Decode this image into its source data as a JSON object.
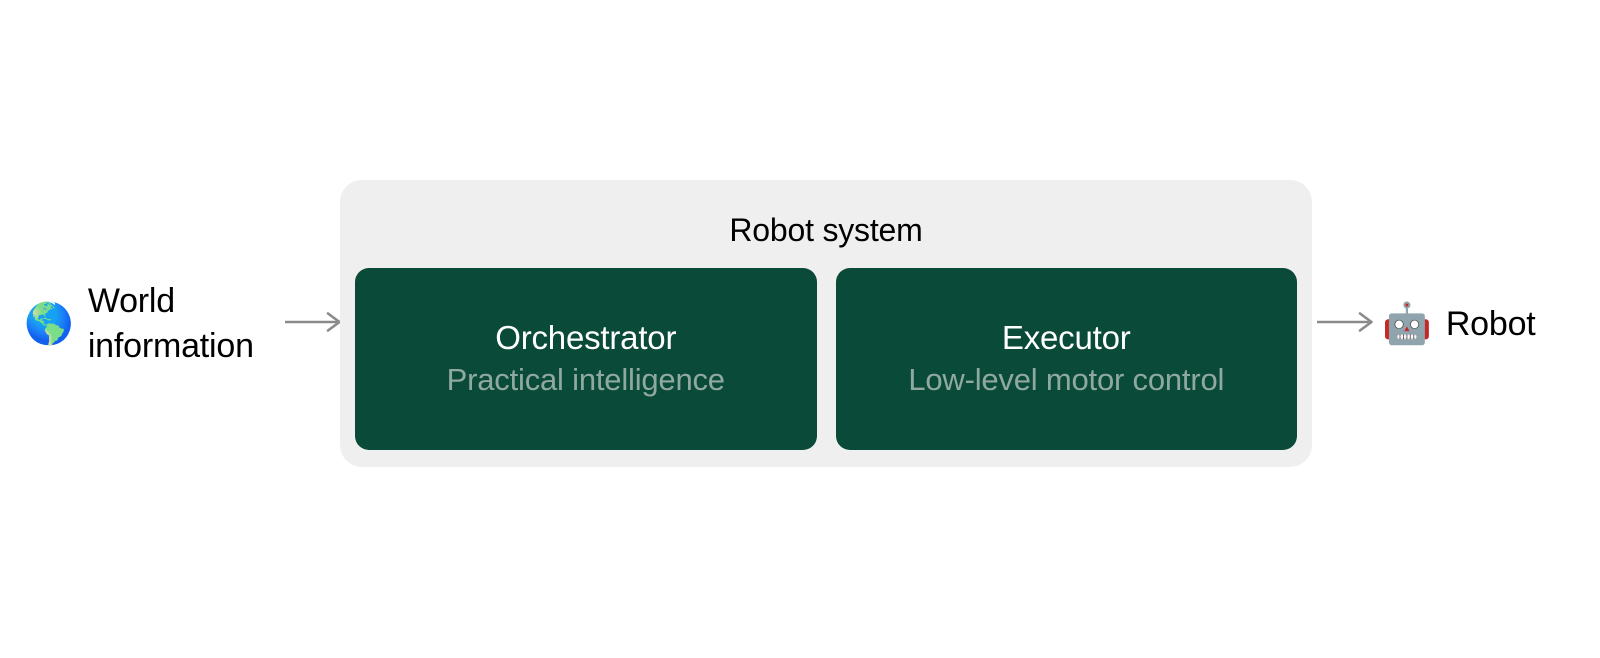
{
  "diagram": {
    "input": {
      "icon": "globe-americas-icon",
      "icon_glyph": "🌎",
      "label": "World\ninformation"
    },
    "output": {
      "icon": "robot-face-icon",
      "icon_glyph": "🤖",
      "label": "Robot"
    },
    "arrows": {
      "input_arrow_name": "arrow-right-icon",
      "output_arrow_name": "arrow-right-icon",
      "color": "#8A8A8A"
    },
    "system": {
      "title": "Robot system",
      "background_color": "#EFEFEF",
      "modules": [
        {
          "title": "Orchestrator",
          "subtitle": "Practical intelligence",
          "color": "#0A4A38"
        },
        {
          "title": "Executor",
          "subtitle": "Low-level motor control",
          "color": "#0A4A38"
        }
      ]
    }
  }
}
